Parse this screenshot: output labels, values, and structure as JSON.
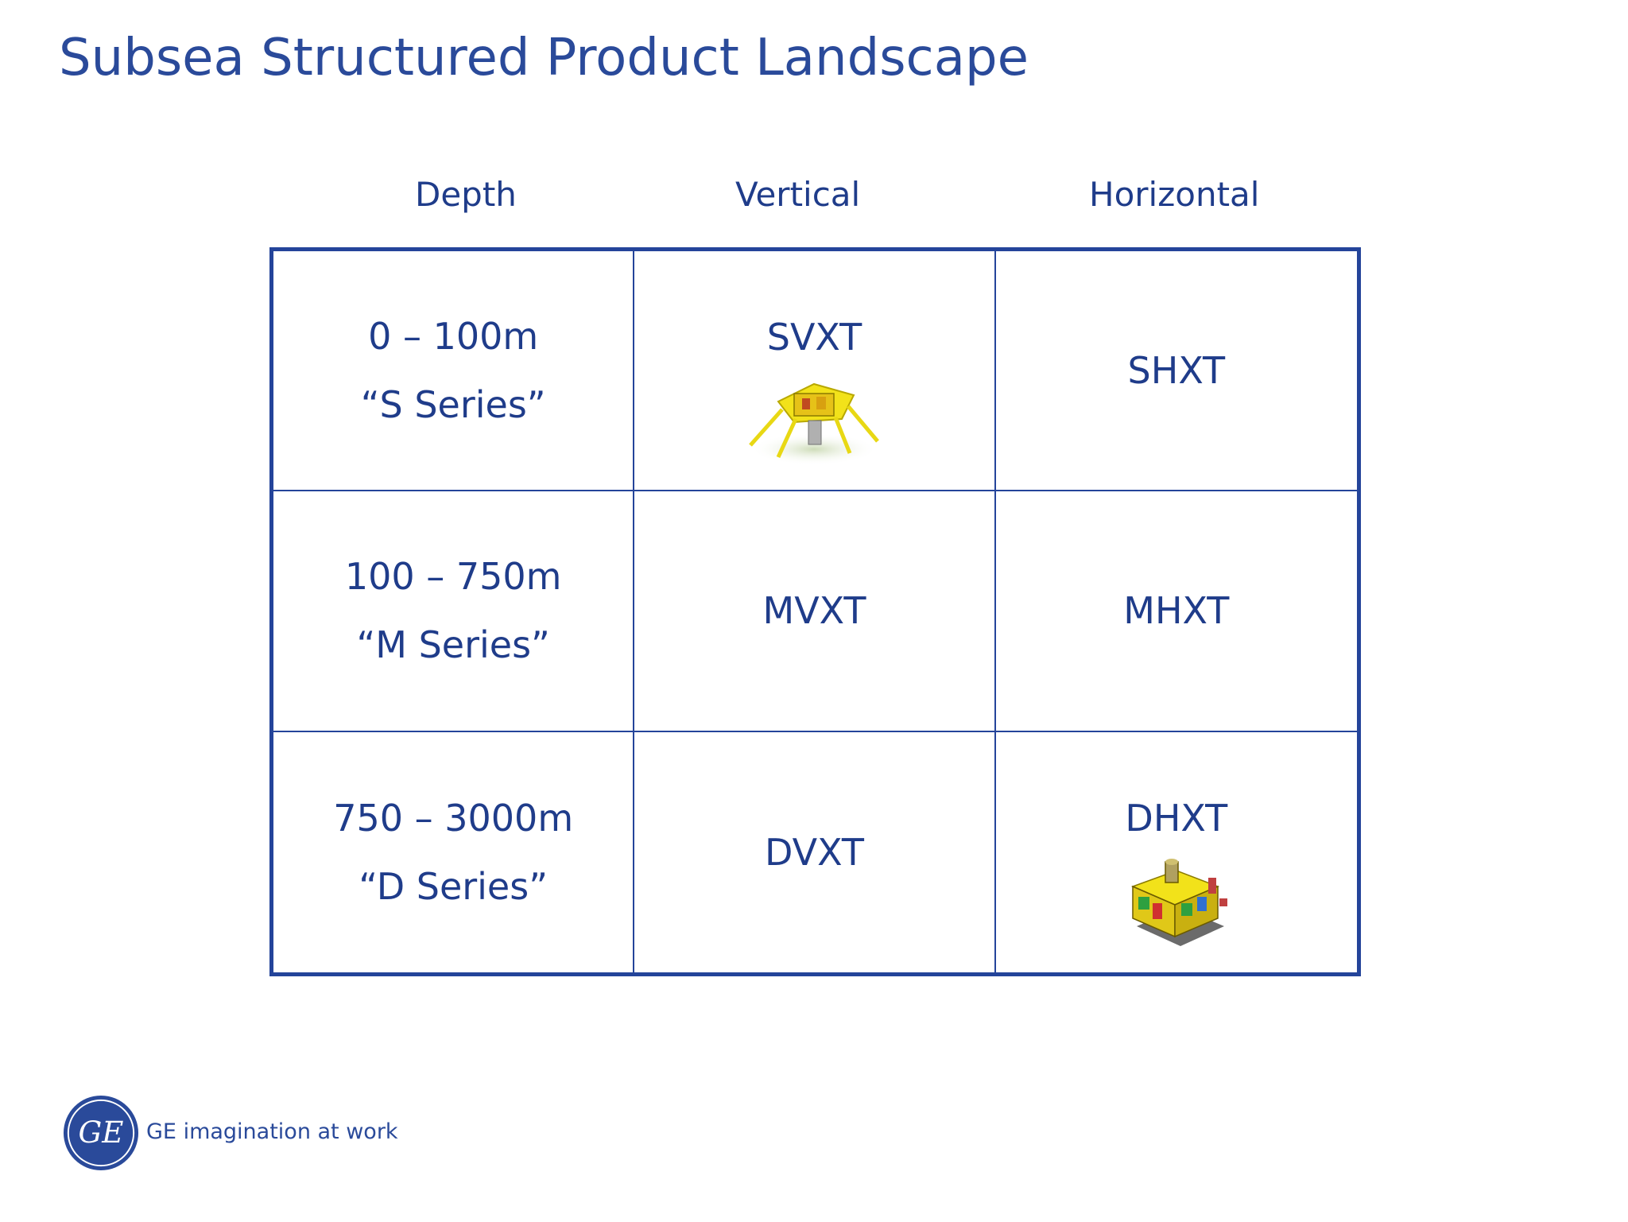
{
  "slide": {
    "title": "Subsea Structured Product Landscape"
  },
  "columns": {
    "depth": "Depth",
    "vertical": "Vertical",
    "horizontal": "Horizontal"
  },
  "rows": [
    {
      "depth_range": "0 – 100m",
      "series": "“S Series”",
      "vertical": "SVXT",
      "horizontal": "SHXT"
    },
    {
      "depth_range": "100 – 750m",
      "series": "“M Series”",
      "vertical": "MVXT",
      "horizontal": "MHXT"
    },
    {
      "depth_range": "750 – 3000m",
      "series": "“D Series”",
      "vertical": "DVXT",
      "horizontal": "DHXT"
    }
  ],
  "footer": {
    "logo_letters": "GE",
    "tagline": "GE imagination at work"
  },
  "colors": {
    "brand_blue": "#24449a",
    "text_blue": "#1f3c8a",
    "product_yellow": "#f2e21a"
  },
  "icons": {
    "svxt_image": "yellow-vertical-tree-illustration",
    "dhxt_image": "yellow-horizontal-tree-illustration",
    "logo": "ge-monogram-logo"
  }
}
